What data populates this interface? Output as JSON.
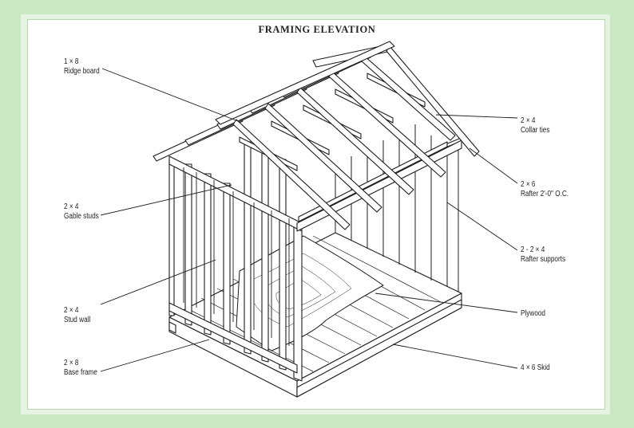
{
  "title": "FRAMING ELEVATION",
  "labels": {
    "ridge_board": {
      "size": "1 × 8",
      "name": "Ridge board"
    },
    "gable_studs": {
      "size": "2 × 4",
      "name": "Gable studs"
    },
    "stud_wall": {
      "size": "2 × 4",
      "name": "Stud wall"
    },
    "base_frame": {
      "size": "2 × 8",
      "name": "Base frame"
    },
    "collar_ties": {
      "size": "2 × 4",
      "name": "Collar ties"
    },
    "rafter": {
      "size": "2 × 6",
      "name": "Rafter 2'-0\" O.C."
    },
    "rafter_supports": {
      "size": "2 - 2 × 4",
      "name": "Rafter supports"
    },
    "plywood": {
      "name": "Plywood"
    },
    "skid": {
      "name": "4 × 6 Skid"
    }
  },
  "colors": {
    "background": "#c9e8c3",
    "panel": "#ffffff",
    "line": "#1c1c1c"
  }
}
